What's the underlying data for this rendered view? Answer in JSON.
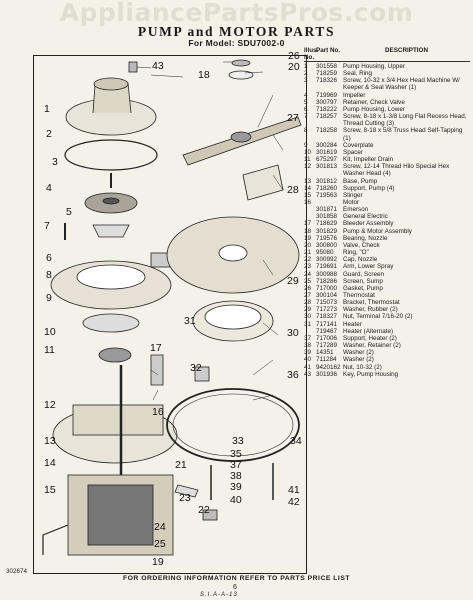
{
  "watermark": "AppliancePartsPros.com",
  "title": "PUMP and MOTOR PARTS",
  "model_line": "For Model: SDU7002-0",
  "diagram_callouts": [
    "43",
    "18",
    "26",
    "20",
    "1",
    "2",
    "3",
    "27",
    "4",
    "5",
    "6",
    "7",
    "28",
    "8",
    "29",
    "9",
    "10",
    "11",
    "12",
    "13",
    "14",
    "15",
    "16",
    "31",
    "30",
    "17",
    "32",
    "36",
    "33",
    "34",
    "35",
    "37",
    "38",
    "39",
    "40",
    "41",
    "42",
    "22",
    "23",
    "24",
    "25",
    "19",
    "21"
  ],
  "parts_table": {
    "headers": [
      "Illus. No.",
      "Part No.",
      "DESCRIPTION"
    ],
    "rows": [
      {
        "no": "1",
        "part": "301558",
        "desc": "Pump Housing, Upper"
      },
      {
        "no": "2",
        "part": "718259",
        "desc": "Seal, Ring"
      },
      {
        "no": "3",
        "part": "718326",
        "desc": "Screw, 10-32 x 3/4 Hex Head Machine W/ Keeper & Seal Washer (1)"
      },
      {
        "no": "4",
        "part": "719969",
        "desc": "Impeller"
      },
      {
        "no": "5",
        "part": "300797",
        "desc": "Retainer, Check Valve"
      },
      {
        "no": "6",
        "part": "718222",
        "desc": "Pump Housing, Lower"
      },
      {
        "no": "7",
        "part": "718257",
        "desc": "Screw, 8-18 x 1-3/8 Long Flat Recess Head, Thread Cutting (3)"
      },
      {
        "no": "8",
        "part": "718258",
        "desc": "Screw, 8-18 x 5/8 Truss Head Self-Tapping (1)"
      },
      {
        "no": "9",
        "part": "300284",
        "desc": "Coverplate"
      },
      {
        "no": "10",
        "part": "301619",
        "desc": "Spacer"
      },
      {
        "no": "11",
        "part": "675297",
        "desc": "Kit, Impeller Drain"
      },
      {
        "no": "12",
        "part": "301813",
        "desc": "Screw, 12-14 Thread Hilo Special Hex Washer Head (4)"
      },
      {
        "no": "13",
        "part": "301812",
        "desc": "Base, Pump"
      },
      {
        "no": "14",
        "part": "718260",
        "desc": "Support, Pump (4)"
      },
      {
        "no": "15",
        "part": "719563",
        "desc": "Slinger"
      },
      {
        "no": "16",
        "part": "",
        "desc": "Motor"
      },
      {
        "no": "",
        "part": "301871",
        "desc": "Emerson"
      },
      {
        "no": "",
        "part": "301858",
        "desc": "General Electric"
      },
      {
        "no": "17",
        "part": "718629",
        "desc": "Bleeder Assembly"
      },
      {
        "no": "18",
        "part": "301829",
        "desc": "Pump & Motor Assembly"
      },
      {
        "no": "19",
        "part": "719576",
        "desc": "Bearing, Nozzle"
      },
      {
        "no": "20",
        "part": "300800",
        "desc": "Valve, Check"
      },
      {
        "no": "21",
        "part": "95080",
        "desc": "Ring, \"O\""
      },
      {
        "no": "22",
        "part": "300992",
        "desc": "Cap, Nozzle"
      },
      {
        "no": "23",
        "part": "719691",
        "desc": "Arm, Lower Spray"
      },
      {
        "no": "24",
        "part": "300988",
        "desc": "Guard, Screen"
      },
      {
        "no": "25",
        "part": "718286",
        "desc": "Screen, Sump"
      },
      {
        "no": "26",
        "part": "717000",
        "desc": "Gasket, Pump"
      },
      {
        "no": "27",
        "part": "300104",
        "desc": "Thermostat"
      },
      {
        "no": "28",
        "part": "715073",
        "desc": "Bracket, Thermostat"
      },
      {
        "no": "29",
        "part": "717273",
        "desc": "Washer, Rubber (2)"
      },
      {
        "no": "30",
        "part": "718327",
        "desc": "Nut, Terminal 7/16-20 (2)"
      },
      {
        "no": "31",
        "part": "717141",
        "desc": "Heater"
      },
      {
        "no": "",
        "part": "719467",
        "desc": "Heater (Alternate)"
      },
      {
        "no": "37",
        "part": "717006",
        "desc": "Support, Heater (2)"
      },
      {
        "no": "38",
        "part": "717289",
        "desc": "Washer, Retainer (2)"
      },
      {
        "no": "39",
        "part": "14351",
        "desc": "Washer (2)"
      },
      {
        "no": "40",
        "part": "711284",
        "desc": "Washer (2)"
      },
      {
        "no": "41",
        "part": "9420162",
        "desc": "Nut, 10-32 (2)"
      },
      {
        "no": "43",
        "part": "301936",
        "desc": "Key, Pump Housing"
      }
    ]
  },
  "footer": "FOR ORDERING INFORMATION REFER TO PARTS PRICE LIST",
  "doc_number": "302674",
  "page_number": "6",
  "signature": "S.I.A-A-13"
}
